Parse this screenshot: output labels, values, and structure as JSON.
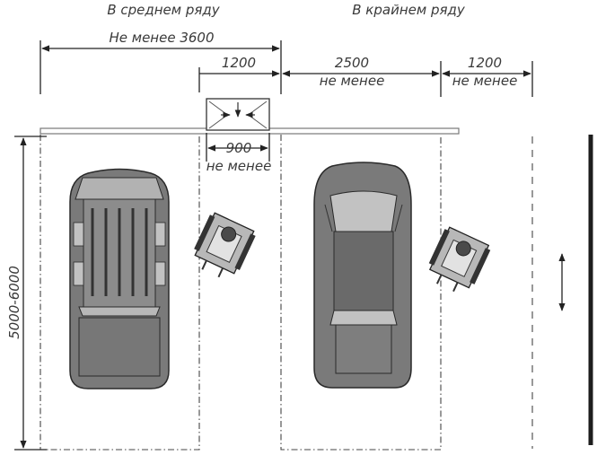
{
  "labels": {
    "middle_row": "В среднем ряду",
    "outer_row": "В крайнем ряду",
    "min_3600": "Не менее 3600",
    "d1200_top": "1200",
    "d2500": "2500",
    "d2500_sub": "не менее",
    "d1200_right": "1200",
    "d1200_right_sub": "не менее",
    "d900": "900",
    "d900_sub": "не менее",
    "length": "5000-6000"
  }
}
